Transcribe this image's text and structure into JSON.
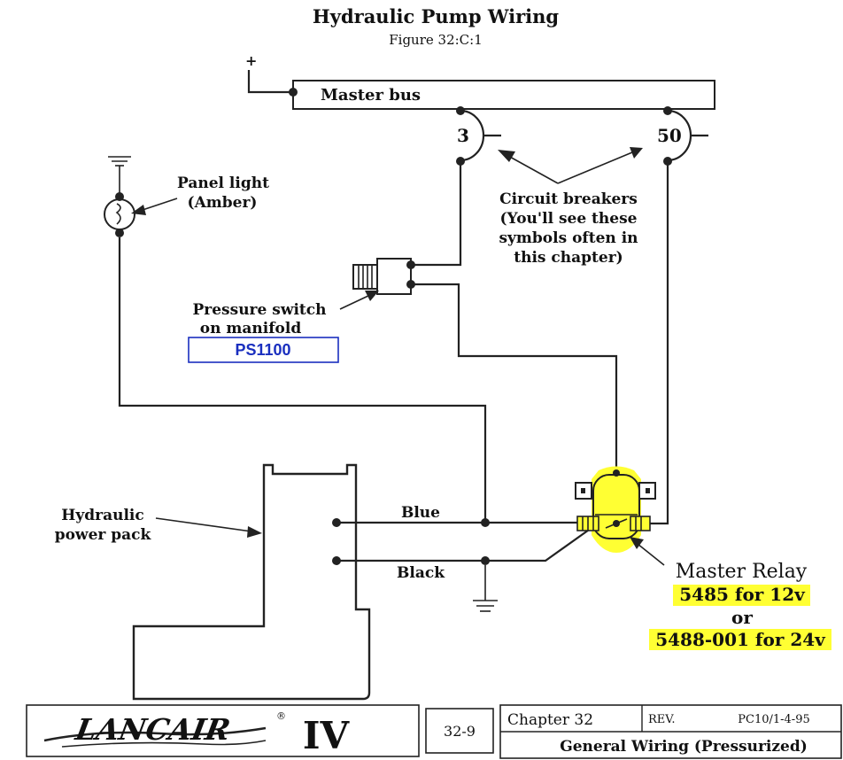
{
  "title": "Hydraulic Pump Wiring",
  "figure": "Figure 32:C:1",
  "plus_sign": "+",
  "master_bus": "Master bus",
  "breaker_3": "3",
  "breaker_50": "50",
  "breakers_note": [
    "Circuit breakers",
    "(You'll see these",
    "symbols often in",
    "this chapter)"
  ],
  "panel_light": [
    "Panel light",
    "(Amber)"
  ],
  "pressure_switch": [
    "Pressure switch",
    "on manifold"
  ],
  "part_number_box": "PS1100",
  "power_pack": [
    "Hydraulic",
    "power pack"
  ],
  "wire_blue": "Blue",
  "wire_black": "Black",
  "relay": {
    "label": "Master Relay",
    "part_12v": "5485 for 12v",
    "or": "or",
    "part_24v": "5488-001 for 24v"
  },
  "colors": {
    "highlight": "#ffff33",
    "box_blue": "#1a2fbf"
  },
  "footer": {
    "logo": "LANCAIR",
    "logo_mark": "®",
    "model": "IV",
    "page": "32-9",
    "chapter": "Chapter 32",
    "rev_label": "REV.",
    "rev_code": "PC10/1-4-95",
    "section": "General Wiring (Pressurized)"
  }
}
